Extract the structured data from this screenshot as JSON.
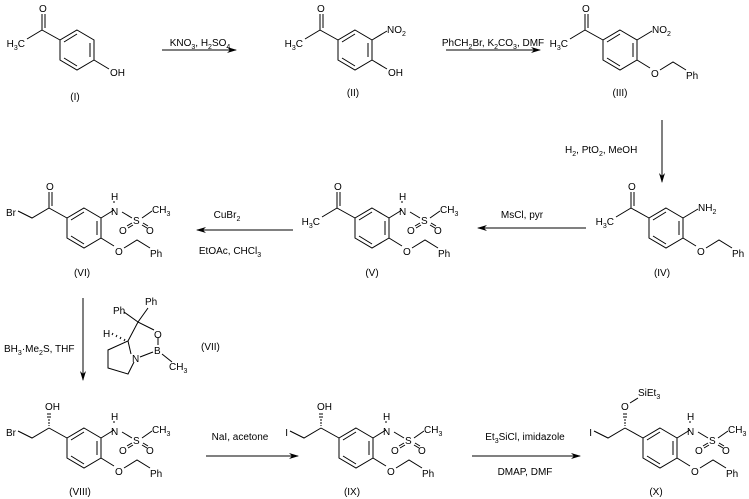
{
  "compounds": {
    "I": {
      "label": "(I)",
      "acyl_o": "O",
      "methyl": "H3C",
      "para": "OH"
    },
    "II": {
      "label": "(II)",
      "acyl_o": "O",
      "methyl": "H3C",
      "meta": "NO2",
      "para": "OH"
    },
    "III": {
      "label": "(III)",
      "acyl_o": "O",
      "methyl": "H3C",
      "meta": "NO2",
      "ether_o": "O",
      "ph": "Ph"
    },
    "IV": {
      "label": "(IV)",
      "acyl_o": "O",
      "methyl": "H3C",
      "meta": "NH2",
      "ether_o": "O",
      "ph": "Ph"
    },
    "V": {
      "label": "(V)",
      "acyl_o": "O",
      "methyl": "H3C",
      "n": "N",
      "h": "H",
      "s": "S",
      "ch3": "CH3",
      "o1": "O",
      "o2": "O",
      "ether_o": "O",
      "ph": "Ph"
    },
    "VI": {
      "label": "(VI)",
      "acyl_o": "O",
      "halogen": "Br",
      "n": "N",
      "h": "H",
      "s": "S",
      "ch3": "CH3",
      "o1": "O",
      "o2": "O",
      "ether_o": "O",
      "ph": "Ph"
    },
    "VII": {
      "label": "(VII)",
      "ph1": "Ph",
      "ph2": "Ph",
      "h": "H",
      "o": "O",
      "b": "B",
      "n": "N",
      "ch3": "CH3"
    },
    "VIII": {
      "label": "(VIII)",
      "oh": "OH",
      "halogen": "Br",
      "n": "N",
      "h": "H",
      "s": "S",
      "ch3": "CH3",
      "o1": "O",
      "o2": "O",
      "ether_o": "O",
      "ph": "Ph"
    },
    "IX": {
      "label": "(IX)",
      "oh": "OH",
      "halogen": "I",
      "n": "N",
      "h": "H",
      "s": "S",
      "ch3": "CH3",
      "o1": "O",
      "o2": "O",
      "ether_o": "O",
      "ph": "Ph"
    },
    "X": {
      "label": "(X)",
      "o": "O",
      "silyl": "SiEt3",
      "halogen": "I",
      "n": "N",
      "h": "H",
      "s": "S",
      "ch3": "CH3",
      "o1": "O",
      "o2": "O",
      "ether_o": "O",
      "ph": "Ph"
    }
  },
  "steps": {
    "s1": {
      "above": "KNO3, H2SO4"
    },
    "s2": {
      "above": "PhCH2Br, K2CO3, DMF"
    },
    "s3": {
      "side": "H2, PtO2, MeOH"
    },
    "s4": {
      "above": "MsCl, pyr"
    },
    "s5": {
      "above": "CuBr2",
      "below": "EtOAc, CHCl3"
    },
    "s6": {
      "side": "BH3·Me2S, THF"
    },
    "s7": {
      "above": "NaI, acetone"
    },
    "s8": {
      "above": "Et3SiCl, imidazole",
      "below": "DMAP, DMF"
    }
  }
}
